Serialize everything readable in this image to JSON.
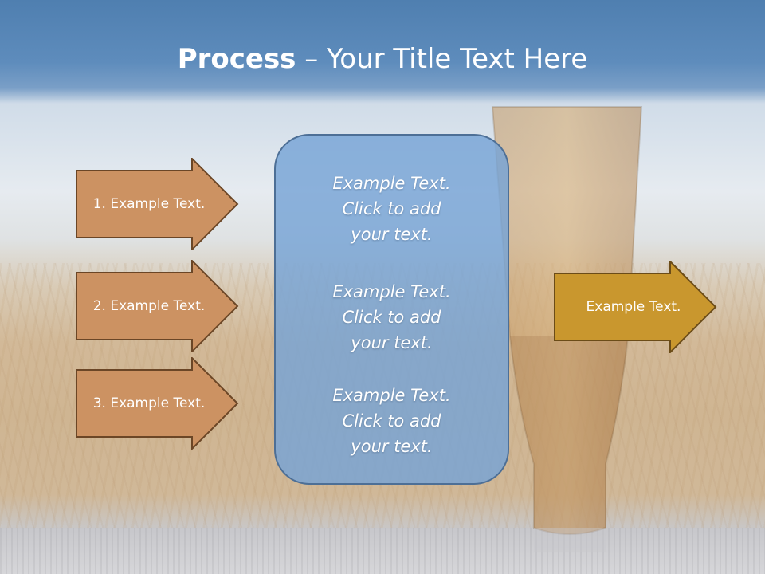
{
  "title": {
    "bold": "Process",
    "rest": " – Your Title Text Here"
  },
  "arrows": [
    {
      "label": "1. Example Text.",
      "fill": "#cc9262",
      "stroke": "#6b4626"
    },
    {
      "label": "2. Example Text.",
      "fill": "#cc9262",
      "stroke": "#6b4626"
    },
    {
      "label": "3. Example Text.",
      "fill": "#cc9262",
      "stroke": "#6b4626"
    },
    {
      "label": "Example Text.",
      "fill": "#c9972e",
      "stroke": "#6b4c18"
    }
  ],
  "panel": {
    "fill": "#76a4d5",
    "blocks": [
      {
        "line1": "Example Text.",
        "line2": "Click  to add",
        "line3": "your text."
      },
      {
        "line1": "Example Text.",
        "line2": "Click  to add",
        "line3": "your text."
      },
      {
        "line1": "Example Text.",
        "line2": "Click  to add",
        "line3": "your text."
      }
    ]
  },
  "background": {
    "description_icon": "beer-glass-in-wheat-field"
  }
}
